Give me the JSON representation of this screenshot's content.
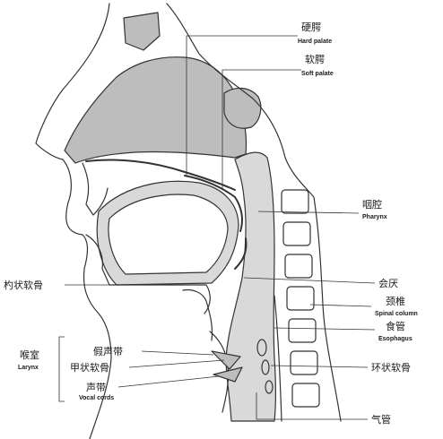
{
  "colors": {
    "tissue_fill": "#bdbdbd",
    "airway_fill": "#d9d9d9",
    "line": "#333333",
    "background": "#ffffff"
  },
  "labels": {
    "hard_palate": {
      "zh": "硬腭",
      "en": "Hard palate"
    },
    "soft_palate": {
      "zh": "软腭",
      "en": "Soft palate"
    },
    "pharynx": {
      "zh": "咽腔",
      "en": "Pharynx"
    },
    "arytenoid": {
      "zh": "杓状软骨"
    },
    "epiglottis": {
      "zh": "会厌"
    },
    "spinal_column": {
      "zh": "颈椎",
      "en": "Spinal column"
    },
    "esophagus": {
      "zh": "食管",
      "en": "Esophagus"
    },
    "larynx": {
      "zh": "喉室",
      "en": "Larynx"
    },
    "false_vocal_cords": {
      "zh": "假声带"
    },
    "thyroid_cartilage": {
      "zh": "甲状软骨"
    },
    "vocal_cords": {
      "zh": "声带",
      "en": "Vocal cords"
    },
    "cricoid_cartilage": {
      "zh": "环状软骨"
    },
    "trachea": {
      "zh": "气管"
    }
  }
}
